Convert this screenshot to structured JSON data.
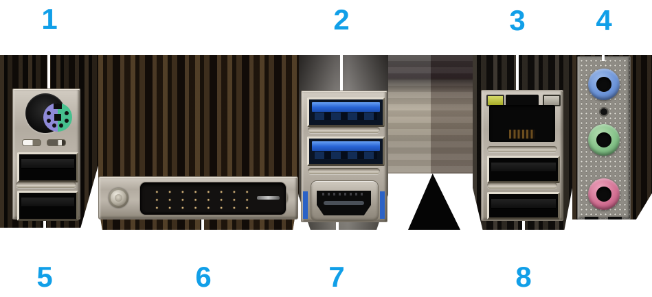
{
  "callouts": {
    "top": [
      {
        "label": "1",
        "target": "ps2-combo-port"
      },
      {
        "label": "2",
        "target": "usb3-ports"
      },
      {
        "label": "3",
        "target": "lan-port"
      },
      {
        "label": "4",
        "target": "audio-jacks"
      }
    ],
    "bottom": [
      {
        "label": "5",
        "target": "usb2-ports"
      },
      {
        "label": "6",
        "target": "dvi-d-port"
      },
      {
        "label": "7",
        "target": "hdmi-port"
      },
      {
        "label": "8",
        "target": "usb2-ports"
      }
    ]
  },
  "colors": {
    "callout_number": "#119fe8",
    "callout_line": "#ffffff",
    "usb3_tongue": "#2e6fe0",
    "ps2_purple": "#8f8ad8",
    "ps2_green": "#46c08e",
    "audio_line_in_blue": "#6b93d8",
    "audio_line_out_green": "#84c188",
    "audio_mic_pink": "#d26f92",
    "lan_led_active": "#b9bd44"
  }
}
